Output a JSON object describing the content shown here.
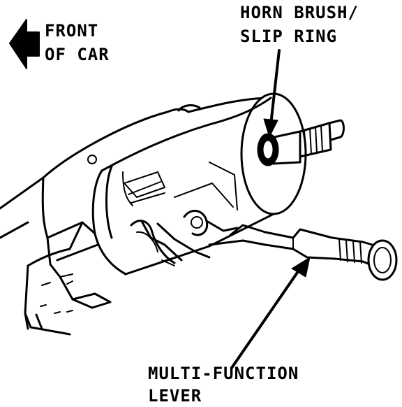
{
  "colors": {
    "ink": "#000000",
    "paper": "#ffffff"
  },
  "icons": {
    "front_indicator": "left-arrow-icon",
    "callout": "pointer-arrow-icon"
  },
  "labels": {
    "front_of_car": {
      "line1": "FRONT",
      "line2": "OF CAR"
    },
    "horn_brush": {
      "line1": "HORN BRUSH/",
      "line2": "SLIP RING"
    },
    "multi_function": {
      "line1": "MULTI-FUNCTION",
      "line2": "LEVER"
    }
  }
}
